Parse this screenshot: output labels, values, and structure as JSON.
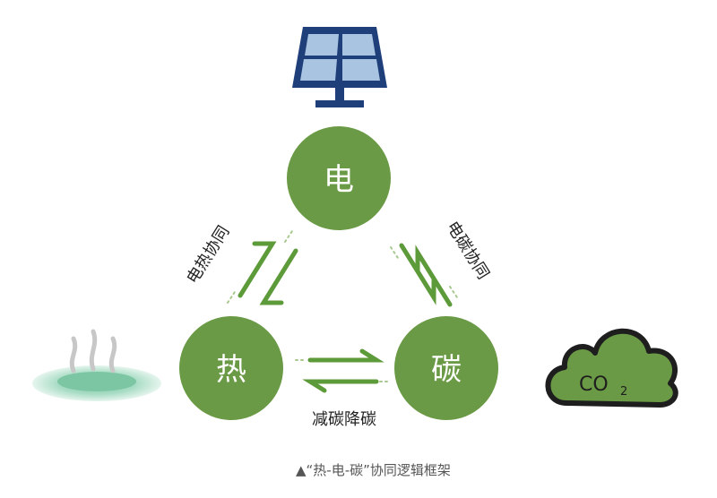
{
  "nodes": {
    "electricity": "电",
    "heat": "热",
    "carbon": "碳"
  },
  "edges": {
    "heat_electricity": "电热协同",
    "electricity_carbon": "电碳协同",
    "heat_carbon": "减碳降碳"
  },
  "co2_label": "CO",
  "co2_subscript": "2",
  "caption": "▲“热-电-碳”协同逻辑框架",
  "colors": {
    "node_fill": "#6a9a45",
    "arrow": "#5d9a3a",
    "panel_frame": "#1f3f7a",
    "panel_cell": "#a9c4e0",
    "cloud_fill": "#6a9a45",
    "cloud_stroke": "#1e1e1e"
  },
  "icons": [
    "solar-panel-icon",
    "hot-spring-icon",
    "co2-cloud-icon"
  ]
}
